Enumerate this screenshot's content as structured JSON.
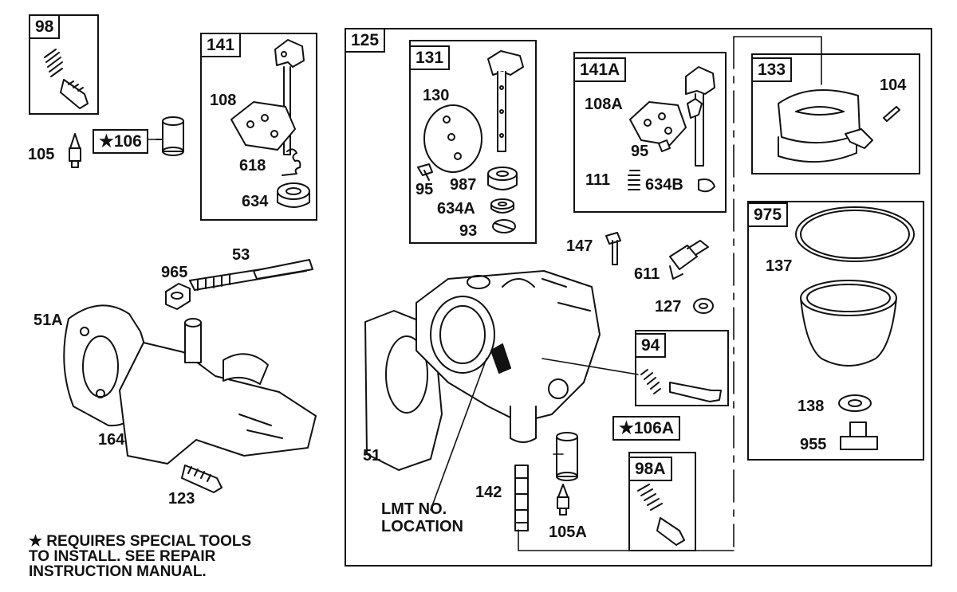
{
  "labels": {
    "l98": "98",
    "l141": "141",
    "l125": "125",
    "l131": "131",
    "l141A": "141A",
    "l133": "133",
    "l975": "975",
    "l94": "94",
    "l98A": "98A",
    "l106": "★106",
    "l106A": "★106A",
    "l108": "108",
    "l618": "618",
    "l634": "634",
    "l105": "105",
    "l53": "53",
    "l965": "965",
    "l51A": "51A",
    "l164": "164",
    "l123": "123",
    "l130": "130",
    "l95a": "95",
    "l987": "987",
    "l634A": "634A",
    "l93": "93",
    "l108A": "108A",
    "l95b": "95",
    "l111": "111",
    "l634B": "634B",
    "l104": "104",
    "l137": "137",
    "l138": "138",
    "l955": "955",
    "l147": "147",
    "l611": "611",
    "l127": "127",
    "l51": "51",
    "l142": "142",
    "l105A": "105A",
    "lmt_location": "LMT NO.\nLOCATION"
  },
  "footnote": "★ REQUIRES SPECIAL TOOLS\n   TO INSTALL.  SEE REPAIR\n   INSTRUCTION MANUAL."
}
